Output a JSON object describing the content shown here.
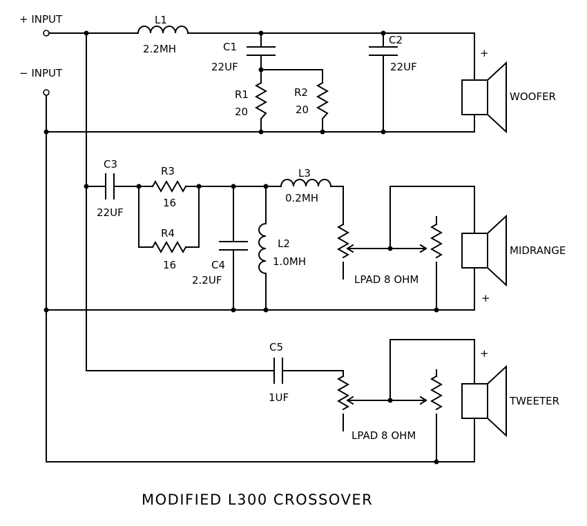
{
  "inputs": {
    "plus": "+ INPUT",
    "minus": "− INPUT"
  },
  "components": {
    "L1": {
      "name": "L1",
      "value": "2.2MH"
    },
    "C1": {
      "name": "C1",
      "value": "22UF"
    },
    "C2": {
      "name": "C2",
      "value": "22UF"
    },
    "R1": {
      "name": "R1",
      "value": "20"
    },
    "R2": {
      "name": "R2",
      "value": "20"
    },
    "C3": {
      "name": "C3",
      "value": "22UF"
    },
    "R3": {
      "name": "R3",
      "value": "16"
    },
    "R4": {
      "name": "R4",
      "value": "16"
    },
    "C4": {
      "name": "C4",
      "value": "2.2UF"
    },
    "L2": {
      "name": "L2",
      "value": "1.0MH"
    },
    "L3": {
      "name": "L3",
      "value": "0.2MH"
    },
    "C5": {
      "name": "C5",
      "value": "1UF"
    }
  },
  "lpads": {
    "mid": "LPAD 8 OHM",
    "tweeter": "LPAD 8 OHM"
  },
  "speakers": {
    "woofer": {
      "label": "WOOFER",
      "polarity": "+"
    },
    "midrange": {
      "label": "MIDRANGE",
      "polarity": "+"
    },
    "tweeter": {
      "label": "TWEETER",
      "polarity": "+"
    }
  },
  "title": "MODIFIED L300 CROSSOVER"
}
